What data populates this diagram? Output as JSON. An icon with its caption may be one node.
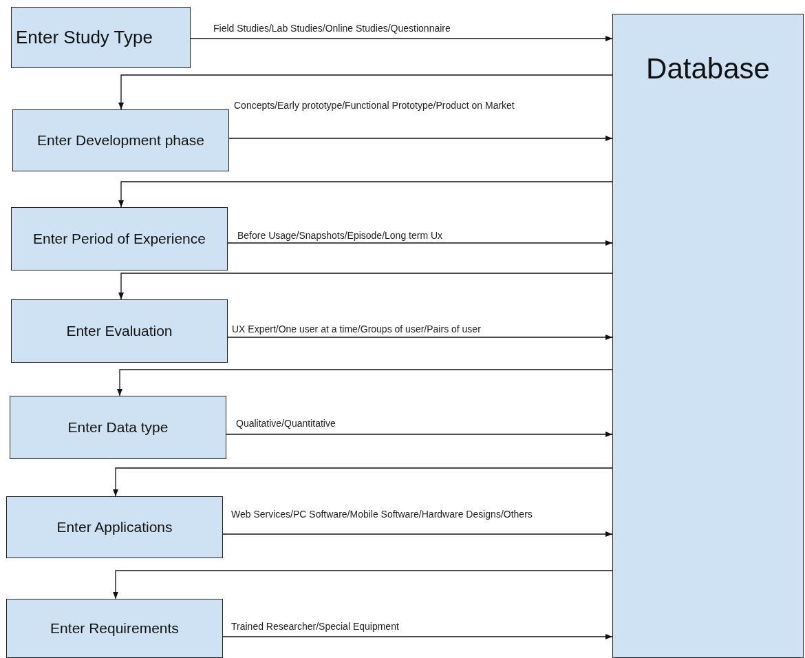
{
  "diagram": {
    "nodes": [
      {
        "text": [
          "Enter Study Type"
        ]
      },
      {
        "text": [
          "Enter Development phase"
        ]
      },
      {
        "text": [
          "Enter Period of Experience"
        ]
      },
      {
        "text": [
          "Enter Evaluation"
        ]
      },
      {
        "text": [
          "Enter Data type"
        ]
      },
      {
        "text": [
          "Enter Applications"
        ]
      },
      {
        "text": [
          "Enter Requirements"
        ]
      },
      {
        "text": [
          "Database"
        ]
      }
    ],
    "edges": [
      {
        "from": 0,
        "to": 7,
        "arrow": "to",
        "label": "Field Studies/Lab Studies/Online Studies/Questionnaire"
      },
      {
        "from": 7,
        "to": 1,
        "arrow": "to"
      },
      {
        "from": 1,
        "to": 7,
        "arrow": "to",
        "label": "Concepts/Early prototype/Functional Prototype/Product on Market"
      },
      {
        "from": 7,
        "to": 2,
        "arrow": "to"
      },
      {
        "from": 2,
        "to": 7,
        "arrow": "to",
        "label": "Before Usage/Snapshots/Episode/Long term Ux"
      },
      {
        "from": 7,
        "to": 3,
        "arrow": "to"
      },
      {
        "from": 3,
        "to": 7,
        "arrow": "to",
        "label": "UX Expert/One user at a time/Groups of user/Pairs of user"
      },
      {
        "from": 7,
        "to": 4,
        "arrow": "to"
      },
      {
        "from": 4,
        "to": 7,
        "arrow": "to",
        "label": "Qualitative/Quantitative"
      },
      {
        "from": 7,
        "to": 5,
        "arrow": "to"
      },
      {
        "from": 5,
        "to": 7,
        "arrow": "to",
        "label": "Web Services/PC Software/Mobile Software/Hardware Designs/Others"
      },
      {
        "from": 7,
        "to": 6,
        "arrow": "to"
      },
      {
        "from": 6,
        "to": 7,
        "arrow": "to",
        "label": "Trained Researcher/Special Equipment"
      }
    ]
  }
}
